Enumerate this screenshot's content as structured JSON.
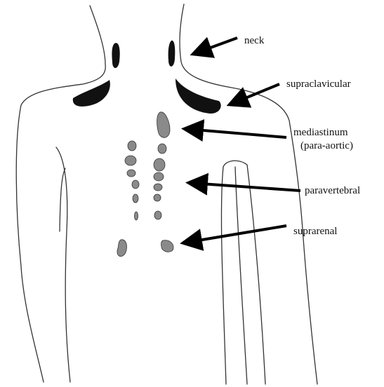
{
  "diagram": {
    "labels": {
      "neck": "neck",
      "supraclavicular": "supraclavicular",
      "mediastinum_line1": "mediastinum",
      "mediastinum_line2": "(para-aortic)",
      "paravertebral": "paravertebral",
      "suprarenal": "suprarenal"
    },
    "colors": {
      "outline": "#333333",
      "dark_region": "#111111",
      "grey_region": "#8a8a8a",
      "arrow": "#000000"
    }
  }
}
